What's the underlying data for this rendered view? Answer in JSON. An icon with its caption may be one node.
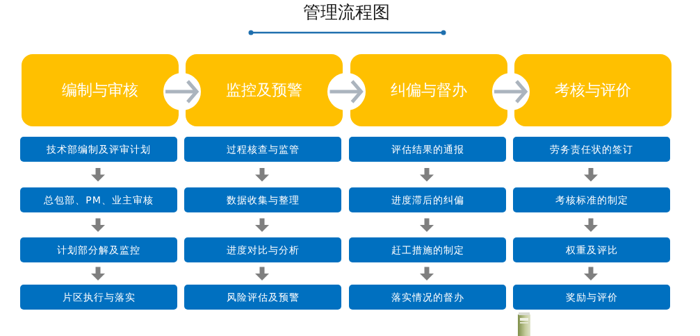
{
  "diagram": {
    "title": "管理流程图",
    "nodes": [
      {
        "text": [
          "编制与审核"
        ]
      },
      {
        "text": [
          "监控及预警"
        ]
      },
      {
        "text": [
          "纠偏与督办"
        ]
      },
      {
        "text": [
          "考核与评价"
        ]
      },
      {
        "text": [
          "技术部编制及评审计划"
        ]
      },
      {
        "text": [
          "总包部、PM、业主审核"
        ]
      },
      {
        "text": [
          "计划部分解及监控"
        ]
      },
      {
        "text": [
          "片区执行与落实"
        ]
      },
      {
        "text": [
          "过程核查与监管"
        ]
      },
      {
        "text": [
          "数据收集与整理"
        ]
      },
      {
        "text": [
          "进度对比与分析"
        ]
      },
      {
        "text": [
          "风险评估及预警"
        ]
      },
      {
        "text": [
          "评估结果的通报"
        ]
      },
      {
        "text": [
          "进度滞后的纠偏"
        ]
      },
      {
        "text": [
          "赶工措施的制定"
        ]
      },
      {
        "text": [
          "落实情况的督办"
        ]
      },
      {
        "text": [
          "劳务责任状的签订"
        ]
      },
      {
        "text": [
          "考核标准的制定"
        ]
      },
      {
        "text": [
          "权重及评比"
        ]
      },
      {
        "text": [
          "奖励与评价"
        ]
      }
    ],
    "edges": [
      {
        "from": 0,
        "to": 1,
        "arrow": "to"
      },
      {
        "from": 1,
        "to": 2,
        "arrow": "to"
      },
      {
        "from": 2,
        "to": 3,
        "arrow": "to"
      },
      {
        "from": 4,
        "to": 5,
        "arrow": "to"
      },
      {
        "from": 5,
        "to": 6,
        "arrow": "to"
      },
      {
        "from": 6,
        "to": 7,
        "arrow": "to"
      },
      {
        "from": 8,
        "to": 9,
        "arrow": "to"
      },
      {
        "from": 9,
        "to": 10,
        "arrow": "to"
      },
      {
        "from": 10,
        "to": 11,
        "arrow": "to"
      },
      {
        "from": 12,
        "to": 13,
        "arrow": "to"
      },
      {
        "from": 13,
        "to": 14,
        "arrow": "to"
      },
      {
        "from": 14,
        "to": 15,
        "arrow": "to"
      },
      {
        "from": 16,
        "to": 17,
        "arrow": "to"
      },
      {
        "from": 17,
        "to": 18,
        "arrow": "to"
      },
      {
        "from": 18,
        "to": 19,
        "arrow": "to"
      }
    ]
  }
}
